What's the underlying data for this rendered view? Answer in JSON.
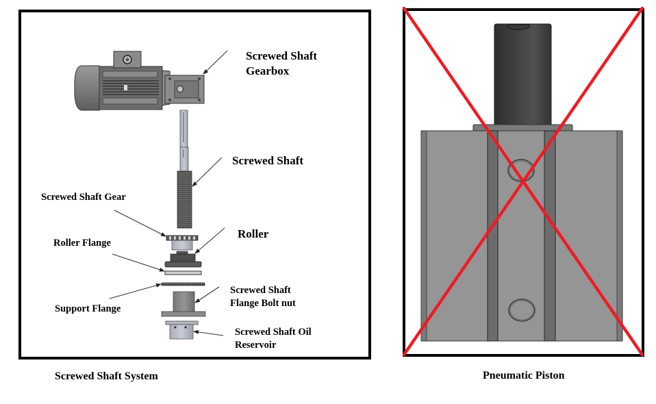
{
  "figure": {
    "left_panel": {
      "caption": "Screwed Shaft System",
      "labels": {
        "gearbox_line1": "Screwed Shaft",
        "gearbox_line2": "Gearbox",
        "screwed_shaft": "Screwed Shaft",
        "shaft_gear": "Screwed Shaft Gear",
        "roller": "Roller",
        "roller_flange": "Roller Flange",
        "support_flange": "Support Flange",
        "bolt_nut_line1": "Screwed Shaft",
        "bolt_nut_line2": "Flange Bolt nut",
        "oil_reservoir_line1": "Screwed Shaft Oil",
        "oil_reservoir_line2": "Reservoir"
      }
    },
    "right_panel": {
      "caption": "Pneumatic Piston",
      "crossed_out": true,
      "cross_color": "#ed1c24"
    }
  }
}
